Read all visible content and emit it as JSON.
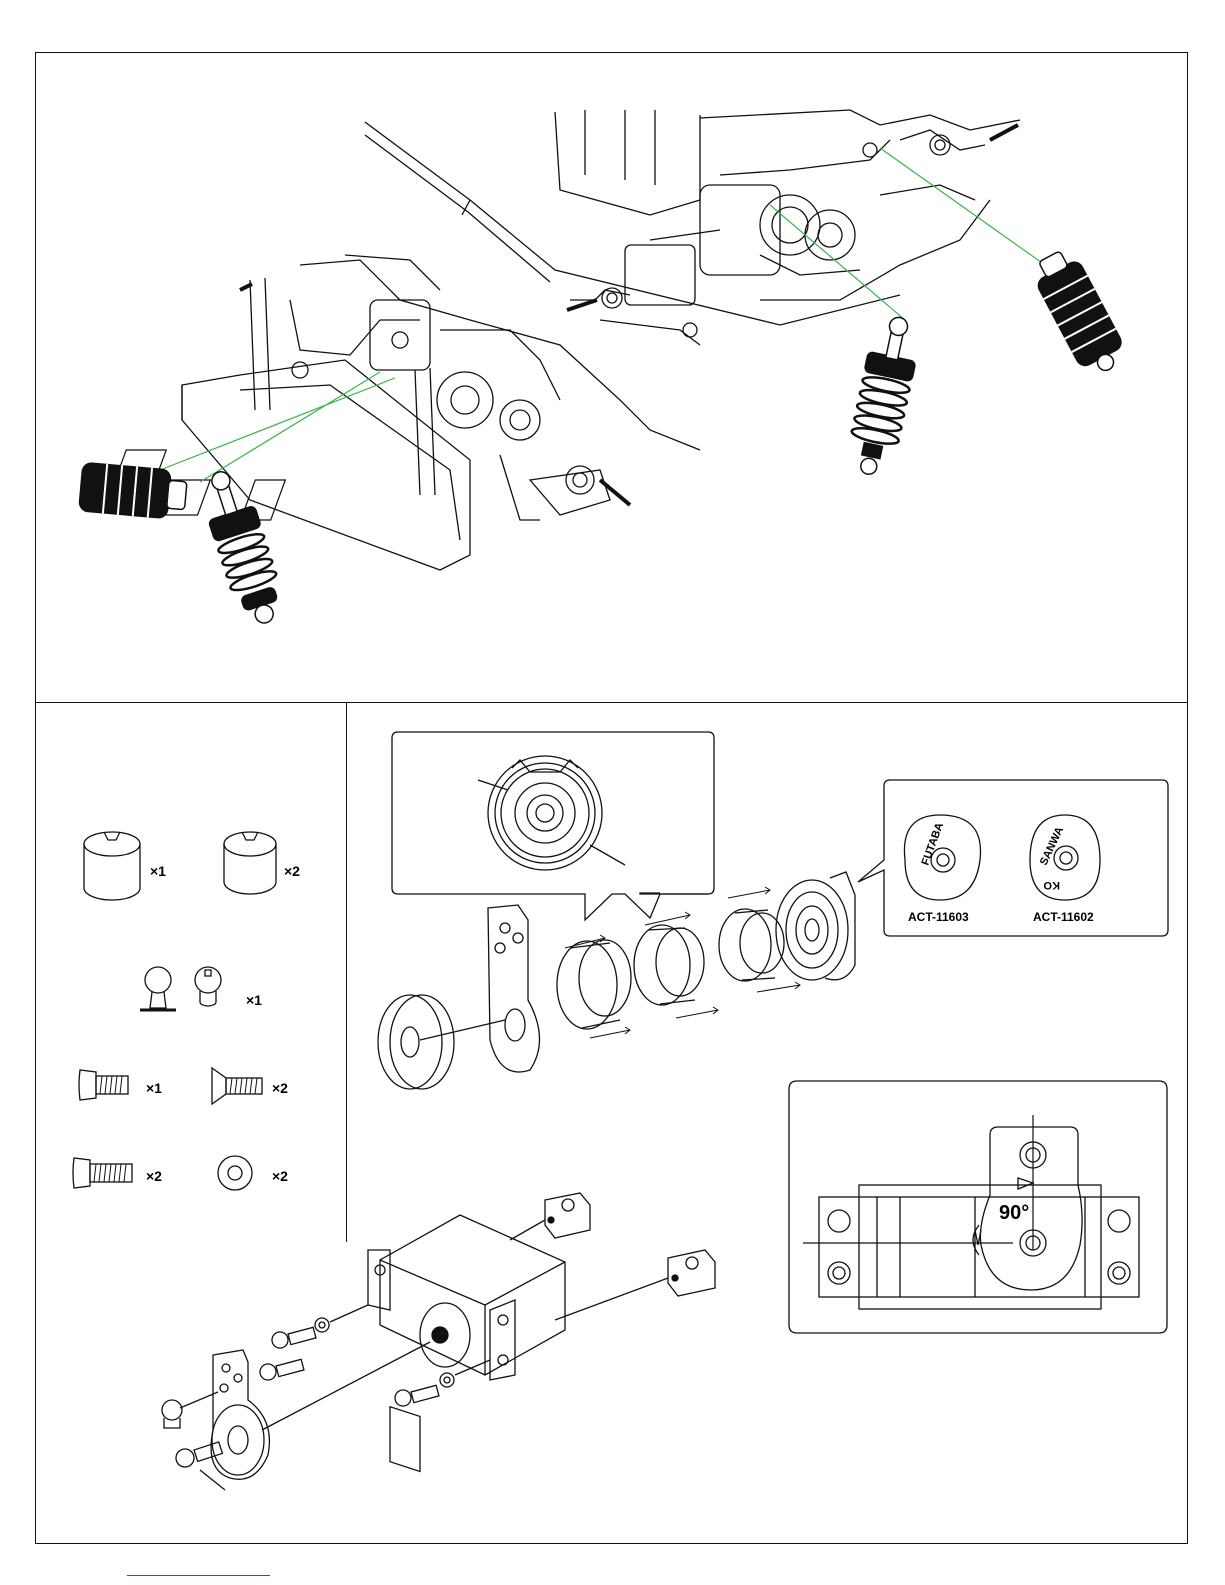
{
  "colors": {
    "line": "#111111",
    "guide_green": "#3bb54a",
    "link_blue": "#2a4bd7"
  },
  "parts_list": [
    {
      "icon": "bushing-wide-icon",
      "qty": "×1"
    },
    {
      "icon": "bushing-narrow-icon",
      "qty": "×2"
    },
    {
      "icon": "ball-end-icon",
      "qty": "×1"
    },
    {
      "icon": "button-screw-short-icon",
      "qty": "×1"
    },
    {
      "icon": "countersunk-screw-icon",
      "qty": "×2"
    },
    {
      "icon": "button-screw-long-icon",
      "qty": "×2"
    },
    {
      "icon": "washer-icon",
      "qty": "×2"
    }
  ],
  "servo_horns": [
    {
      "brand": "FUTABA",
      "part_no": "ACT-11603"
    },
    {
      "brand": "SANWA",
      "brand2": "KO",
      "part_no": "ACT-11602"
    }
  ],
  "neutral_angle": "90°"
}
